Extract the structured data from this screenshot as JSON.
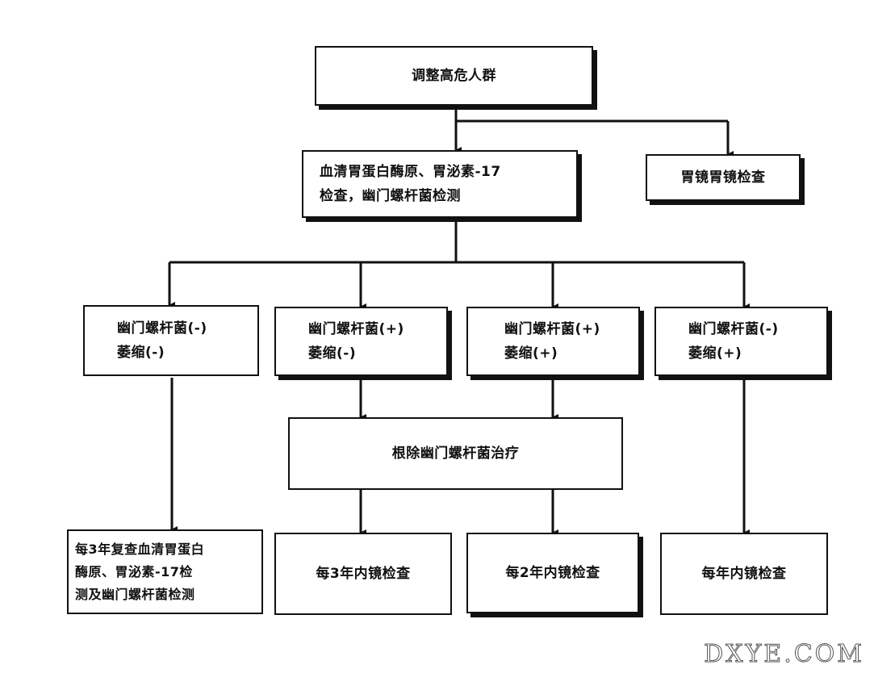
{
  "flowchart": {
    "top": "调整高危人群",
    "main_screen": [
      "血清胃蛋白酶原、胃泌素-17",
      "检查，幽门螺杆菌检测"
    ],
    "side": "胃镜胃镜检查",
    "results": [
      [
        "幽门螺杆菌(-)",
        "萎缩(-)"
      ],
      [
        "幽门螺杆菌(+)",
        "萎缩(-)"
      ],
      [
        "幽门螺杆菌(+)",
        "萎缩(+)"
      ],
      [
        "幽门螺杆菌(-)",
        "萎缩(+)"
      ]
    ],
    "treatment": "根除幽门螺杆菌治疗",
    "followups": [
      [
        "每3年复查血清胃蛋白",
        "酶原、胃泌素-17检",
        "测及幽门螺杆菌检测"
      ],
      "每3年内镜检查",
      "每2年内镜检查",
      "每年内镜检查"
    ]
  },
  "watermark": "DXYE.COM"
}
